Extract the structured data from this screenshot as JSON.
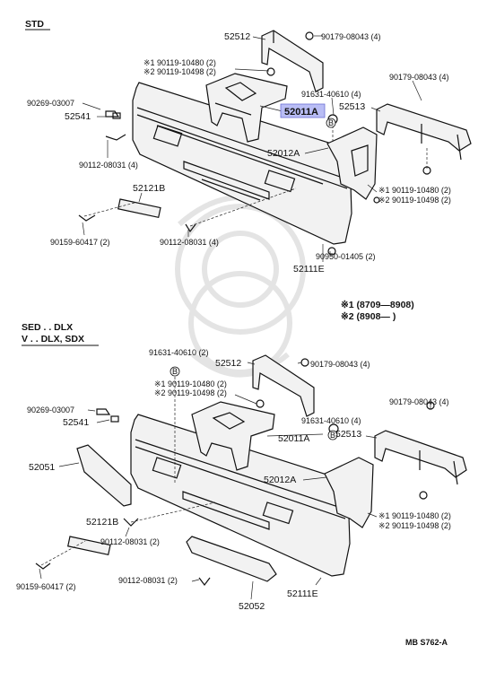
{
  "sections": {
    "std": "STD",
    "sed_line": "SED . . DLX",
    "v_line": "V . . DLX, SDX"
  },
  "legend": {
    "row1": "※1 (8709—8908)",
    "row2": "※2 (8908—        )"
  },
  "highlight": {
    "label": "52011A",
    "color": "#b9bdf5"
  },
  "marker": "B",
  "top_labels": [
    "52512",
    "90179-08043 (4)",
    "※1 90119-10480 (2)",
    "※2 90119-10498 (2)",
    "90179-08043 (4)",
    "91631-40610 (4)",
    "52513",
    "90269-03007",
    "52541",
    "90112-08031 (4)",
    "52012A",
    "※1 90119-10480 (2)",
    "※2 90119-10498 (2)",
    "52121B",
    "90159-60417 (2)",
    "90112-08031 (4)",
    "90950-01405 (2)",
    "52111E"
  ],
  "bottom_labels": [
    "91631-40610 (2)",
    "52512",
    "90179-08043 (4)",
    "※1 90119-10480 (2)",
    "※2 90119-10498 (2)",
    "90179-08043 (4)",
    "90269-03007",
    "91631-40610 (4)",
    "52541",
    "52011A",
    "52513",
    "52051",
    "52012A",
    "※1 90119-10480 (2)",
    "※2 90119-10498 (2)",
    "52121B",
    "90112-08031 (2)",
    "90112-08031 (2)",
    "90159-60417 (2)",
    "52111E",
    "52052"
  ],
  "footer": "MB  S762-A"
}
